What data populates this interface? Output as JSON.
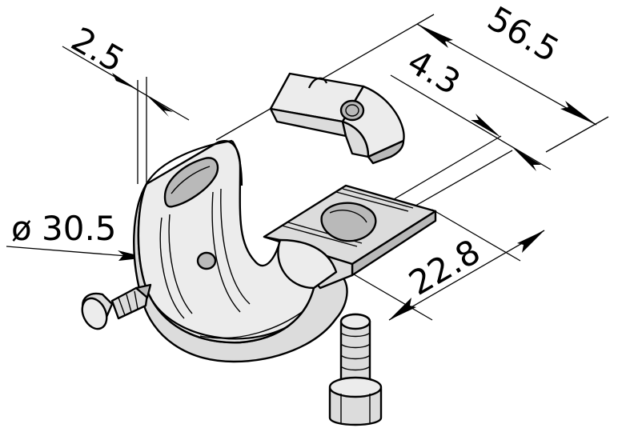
{
  "dimensions": {
    "d1": "2.5",
    "d2": "56.5",
    "d3": "4.3",
    "d4": "30.5",
    "d5": "22.8"
  },
  "symbols": {
    "diameter": "ø"
  },
  "colors": {
    "part_fill": "#dcdcdc",
    "part_light": "#ececec",
    "part_dark": "#b9b9b9",
    "line": "#000000"
  }
}
